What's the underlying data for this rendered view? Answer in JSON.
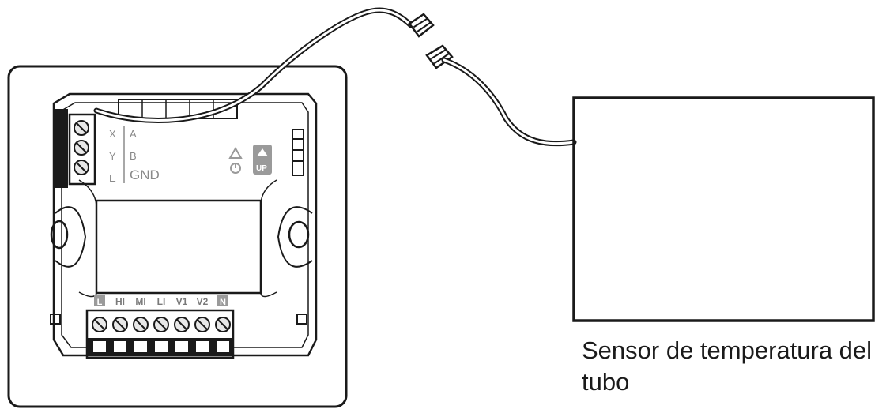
{
  "labels": {
    "left_terminals": [
      "X",
      "Y",
      "E"
    ],
    "right_terminals": [
      "A",
      "B",
      "GND"
    ],
    "bottom_terminals": [
      "L",
      "HI",
      "MI",
      "LI",
      "V1",
      "V2",
      "N"
    ],
    "up_button": "UP",
    "caption_line1": "Sensor de temperatura del",
    "caption_line2": "tubo"
  },
  "colors": {
    "line": "#1a1a1a",
    "gray": "#8a8a8a",
    "label_box": "#9a9a9a"
  }
}
